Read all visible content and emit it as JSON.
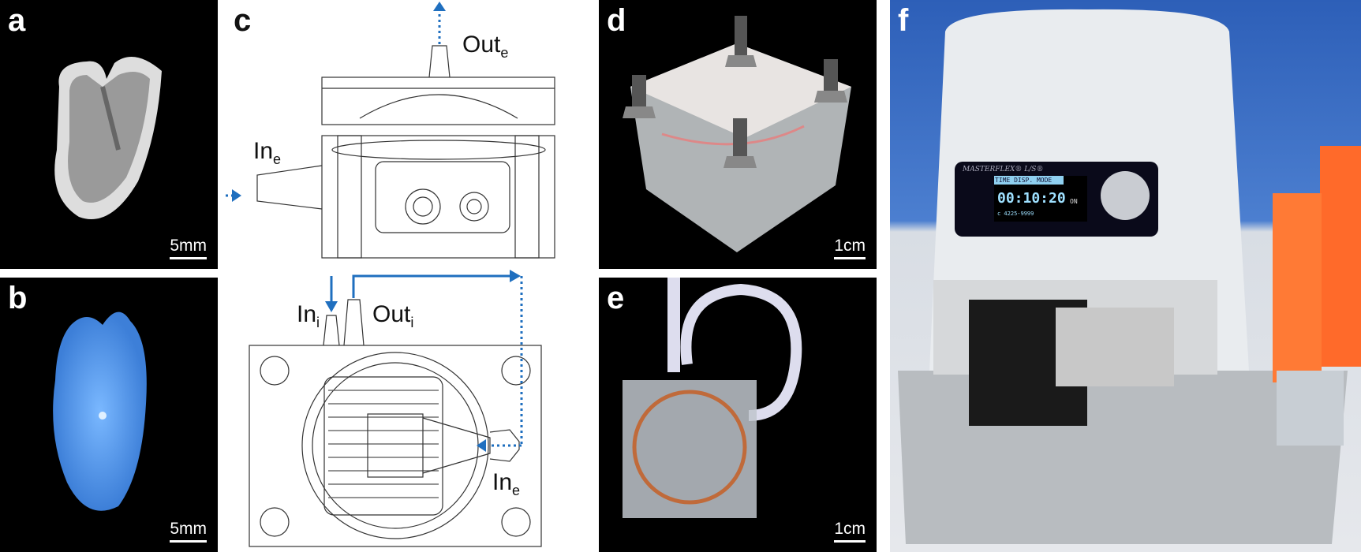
{
  "panels": {
    "a": {
      "label": "a",
      "scale": "5mm"
    },
    "b": {
      "label": "b",
      "scale": "5mm"
    },
    "c": {
      "label": "c",
      "out_e": "Out",
      "out_e_sub": "e",
      "in_e_top": "In",
      "in_e_top_sub": "e",
      "in_i": "In",
      "in_i_sub": "i",
      "out_i": "Out",
      "out_i_sub": "i",
      "in_e_bottom": "In",
      "in_e_bottom_sub": "e"
    },
    "d": {
      "label": "d",
      "scale": "1cm"
    },
    "e": {
      "label": "e",
      "scale": "1cm"
    },
    "f": {
      "label": "f",
      "pump": {
        "brand": "MASTERFLEX® L/S®",
        "mode": "TIME DISP. MODE",
        "time": "00:10:20",
        "status": "ON",
        "code": "c 4225-9999"
      }
    }
  },
  "colors": {
    "arrow": "#1f6fbf",
    "background_dark": "#000000",
    "pump_lcd": "#0a0a1a",
    "tube_rack": "#ff6a2a"
  }
}
